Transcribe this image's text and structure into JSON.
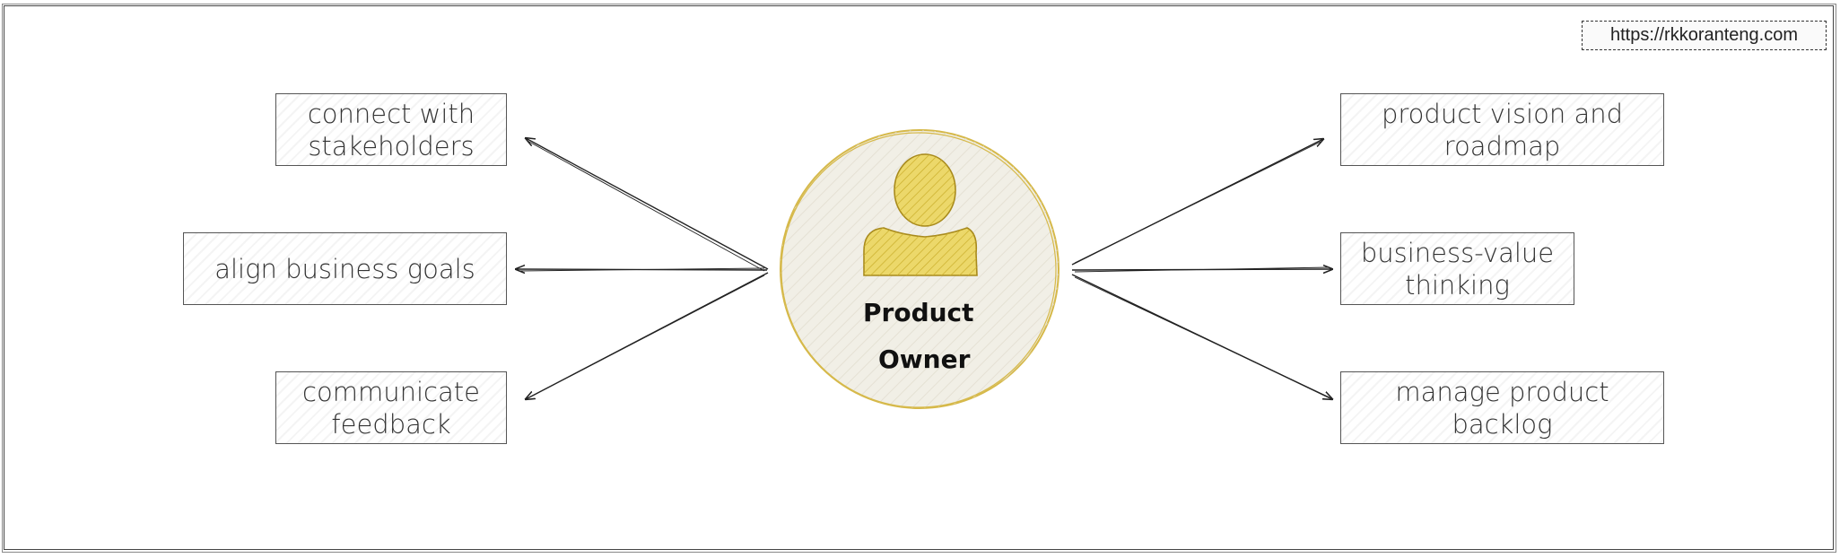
{
  "url_badge": "https://rkkoranteng.com",
  "center": {
    "line1": "Product",
    "line2": "Owner"
  },
  "left_boxes": [
    {
      "label": "connect with stakeholders"
    },
    {
      "label": "align business goals"
    },
    {
      "label": "communicate feedback"
    }
  ],
  "right_boxes": [
    {
      "label": "product vision and roadmap"
    },
    {
      "label": "business-value thinking"
    },
    {
      "label": "manage product backlog"
    }
  ],
  "colors": {
    "circle_fill": "#f1efe6",
    "circle_stroke": "#d6b94a",
    "person_fill": "#ecd86a",
    "person_stroke": "#a88a1c"
  }
}
